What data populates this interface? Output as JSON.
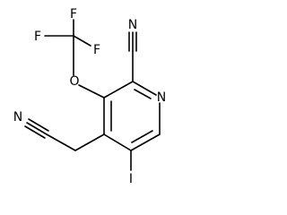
{
  "molecule": {
    "atoms": {
      "F1": "F",
      "F2": "F",
      "F3": "F",
      "O": "O",
      "N_ring": "N",
      "N_nitrile_top": "N",
      "N_nitrile_left": "N",
      "I": "I"
    }
  },
  "colors": {
    "bond": "#000000",
    "background": "#ffffff"
  }
}
